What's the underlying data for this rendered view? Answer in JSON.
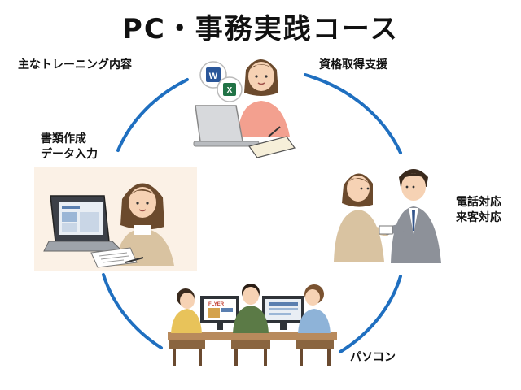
{
  "page": {
    "title": "PC・事務実践コース"
  },
  "labels": {
    "main_contents": "主なトレーニング内容",
    "certification": "資格取得支援",
    "documents_line1": "書類作成",
    "documents_line2": "データ入力",
    "phone_line1": "電話対応",
    "phone_line2": "来客対応",
    "pc": "パソコン"
  },
  "icons": {
    "word": "W",
    "excel": "X",
    "flyer": "FLYER"
  },
  "colors": {
    "ring": "#1f6fc0",
    "skin": "#f6d2b4",
    "hair": "#6b4a2d",
    "pink_top": "#f3a08f",
    "beige_jacket": "#d9c3a1",
    "gray_suit": "#8d9199",
    "word_blue": "#2b579a",
    "excel_green": "#217346"
  }
}
